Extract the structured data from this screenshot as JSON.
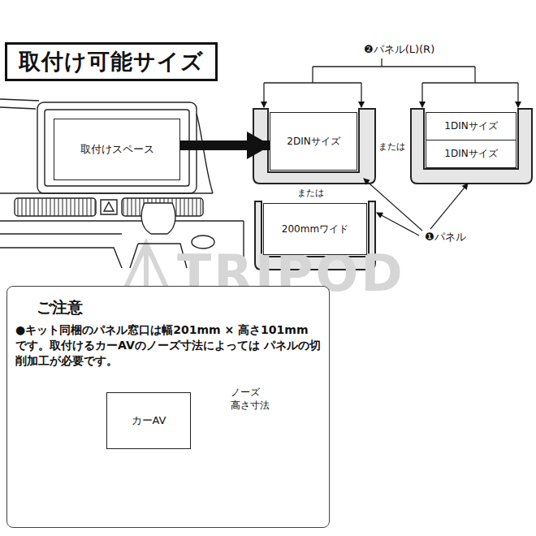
{
  "diagram": {
    "title": "取付け可能サイズ",
    "nodes": [
      {
        "text": [
          "取付けスペース"
        ]
      },
      {
        "text": [
          "2DINサイズ"
        ]
      },
      {
        "text": [
          "1DINサイズ"
        ]
      },
      {
        "text": [
          "1DINサイズ"
        ]
      },
      {
        "text": [
          "200mmワイド"
        ]
      },
      {
        "text": [
          "ご注意",
          "●キット同梱のパネル窓口は幅201mm × 高さ101mm です。取付けるカーAVのノーズ寸法によっては パネルの切削加工が必要です。"
        ]
      },
      {
        "text": [
          "カーAV"
        ],
        "in": 5
      }
    ],
    "edges": [
      {
        "from": 0,
        "to": 1,
        "arrow": "to"
      }
    ],
    "labels": [
      "❷パネル(L)(R)",
      "または",
      "または",
      "❶パネル",
      "TRIPOD",
      "ノーズ 高さ寸法"
    ]
  }
}
